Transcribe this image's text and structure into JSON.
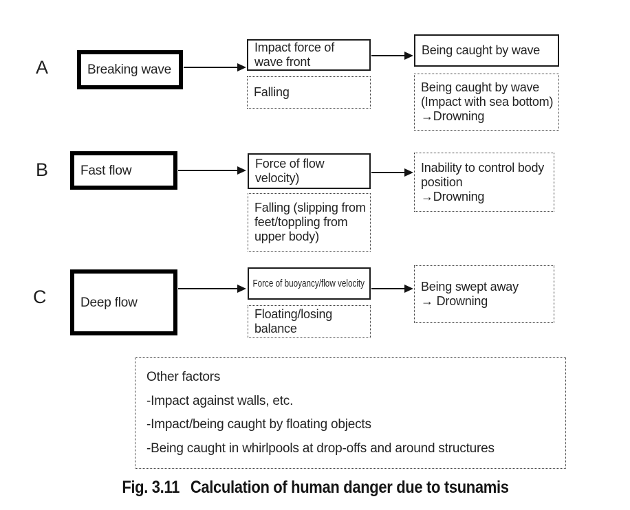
{
  "colors": {
    "ink": "#1f1f1f",
    "box_border": "#000000",
    "background": "#ffffff"
  },
  "rows": [
    {
      "label": "A",
      "cause": "Breaking wave",
      "force": "Impact force of\nwave front",
      "force_sub": "Falling",
      "outcome": "Being caught by wave",
      "outcome_sub": "Being caught by wave\n(Impact with sea bottom)\n→Drowning"
    },
    {
      "label": "B",
      "cause": "Fast flow",
      "force": "Force of flow velocity)",
      "force_sub": "Falling (slipping from\nfeet/toppling from\nupper body)",
      "outcome_sub": "Inability to control body\nposition\n→Drowning"
    },
    {
      "label": "C",
      "cause": "Deep flow",
      "force": "Force of buoyancy/flow velocity",
      "force_sub": "Floating/losing balance",
      "outcome_sub": "Being swept away\n→ Drowning"
    }
  ],
  "other_factors": {
    "title": "Other factors",
    "items": [
      "-Impact against walls, etc.",
      "-Impact/being caught by floating objects",
      "-Being caught in whirlpools at drop-offs and around structures"
    ]
  },
  "caption": {
    "label": "Fig. 3.11",
    "text": "Calculation of human danger due to tsunamis"
  }
}
